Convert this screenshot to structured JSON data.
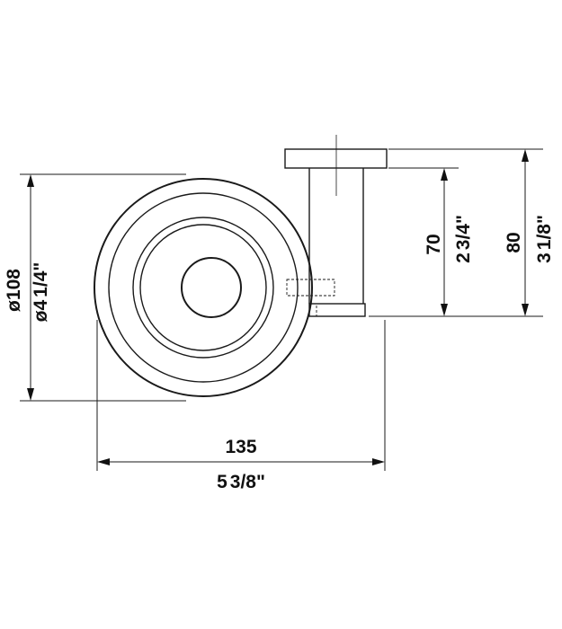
{
  "dimensions": {
    "diameter": {
      "metric": "ø108",
      "imperial_whole": "ø4",
      "imperial_frac": "1/4\""
    },
    "width": {
      "metric": "135",
      "imperial_whole": "5",
      "imperial_frac": "3/8\""
    },
    "depth_inner": {
      "metric": "70",
      "imperial_whole": "2",
      "imperial_frac": "3/4\""
    },
    "depth_outer": {
      "metric": "80",
      "imperial_whole": "3",
      "imperial_frac": "1/8\""
    }
  },
  "colors": {
    "line": "#1a1a1a",
    "background": "#ffffff"
  }
}
